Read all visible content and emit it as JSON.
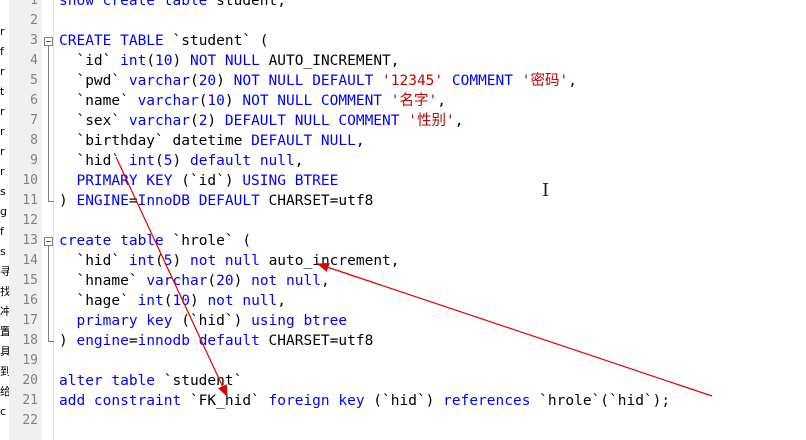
{
  "left_strip_chars": [
    "r",
    "f",
    "r",
    "t",
    "r",
    "r",
    "r",
    "r",
    "s",
    "g",
    "f",
    "s",
    "寻",
    "找",
    "冲",
    "置",
    "具",
    "到",
    "给",
    "c"
  ],
  "line_numbers": [
    "1",
    "2",
    "3",
    "4",
    "5",
    "6",
    "7",
    "8",
    "9",
    "10",
    "11",
    "12",
    "13",
    "14",
    "15",
    "16",
    "17",
    "18",
    "19",
    "20",
    "21",
    "22"
  ],
  "code_lines": [
    [
      {
        "c": "k",
        "t": "show create table "
      },
      {
        "c": "t",
        "t": "student;"
      }
    ],
    [],
    [
      {
        "c": "k",
        "t": "CREATE TABLE "
      },
      {
        "c": "t",
        "t": "`student` ("
      }
    ],
    [
      {
        "c": "t",
        "t": "  `id` "
      },
      {
        "c": "k",
        "t": "int"
      },
      {
        "c": "t",
        "t": "("
      },
      {
        "c": "k",
        "t": "10"
      },
      {
        "c": "t",
        "t": ") "
      },
      {
        "c": "k",
        "t": "NOT NULL "
      },
      {
        "c": "t",
        "t": "AUTO_INCREMENT,"
      }
    ],
    [
      {
        "c": "t",
        "t": "  `pwd` "
      },
      {
        "c": "k",
        "t": "varchar"
      },
      {
        "c": "t",
        "t": "("
      },
      {
        "c": "k",
        "t": "20"
      },
      {
        "c": "t",
        "t": ") "
      },
      {
        "c": "k",
        "t": "NOT NULL DEFAULT "
      },
      {
        "c": "s",
        "t": "'12345'"
      },
      {
        "c": "t",
        "t": " "
      },
      {
        "c": "k",
        "t": "COMMENT "
      },
      {
        "c": "s",
        "t": "'密码'"
      },
      {
        "c": "t",
        "t": ","
      }
    ],
    [
      {
        "c": "t",
        "t": "  `name` "
      },
      {
        "c": "k",
        "t": "varchar"
      },
      {
        "c": "t",
        "t": "("
      },
      {
        "c": "k",
        "t": "10"
      },
      {
        "c": "t",
        "t": ") "
      },
      {
        "c": "k",
        "t": "NOT NULL COMMENT "
      },
      {
        "c": "s",
        "t": "'名字'"
      },
      {
        "c": "t",
        "t": ","
      }
    ],
    [
      {
        "c": "t",
        "t": "  `sex` "
      },
      {
        "c": "k",
        "t": "varchar"
      },
      {
        "c": "t",
        "t": "("
      },
      {
        "c": "k",
        "t": "2"
      },
      {
        "c": "t",
        "t": ") "
      },
      {
        "c": "k",
        "t": "DEFAULT NULL COMMENT "
      },
      {
        "c": "s",
        "t": "'性别'"
      },
      {
        "c": "t",
        "t": ","
      }
    ],
    [
      {
        "c": "t",
        "t": "  `birthday` datetime "
      },
      {
        "c": "k",
        "t": "DEFAULT NULL"
      },
      {
        "c": "t",
        "t": ","
      }
    ],
    [
      {
        "c": "t",
        "t": "  `hid` "
      },
      {
        "c": "k",
        "t": "int"
      },
      {
        "c": "t",
        "t": "("
      },
      {
        "c": "k",
        "t": "5"
      },
      {
        "c": "t",
        "t": ") "
      },
      {
        "c": "k",
        "t": "default null"
      },
      {
        "c": "t",
        "t": ","
      }
    ],
    [
      {
        "c": "k",
        "t": "  PRIMARY KEY "
      },
      {
        "c": "t",
        "t": "(`id`) "
      },
      {
        "c": "k",
        "t": "USING BTREE"
      }
    ],
    [
      {
        "c": "t",
        "t": ") "
      },
      {
        "c": "k",
        "t": "ENGINE"
      },
      {
        "c": "t",
        "t": "="
      },
      {
        "c": "k",
        "t": "InnoDB DEFAULT "
      },
      {
        "c": "t",
        "t": "CHARSET=utf8"
      }
    ],
    [],
    [
      {
        "c": "k",
        "t": "create table "
      },
      {
        "c": "t",
        "t": "`hrole` ("
      }
    ],
    [
      {
        "c": "t",
        "t": "  `hid` "
      },
      {
        "c": "k",
        "t": "int"
      },
      {
        "c": "t",
        "t": "("
      },
      {
        "c": "k",
        "t": "5"
      },
      {
        "c": "t",
        "t": ") "
      },
      {
        "c": "k",
        "t": "not null "
      },
      {
        "c": "t",
        "t": "auto_increment,"
      }
    ],
    [
      {
        "c": "t",
        "t": "  `hname` "
      },
      {
        "c": "k",
        "t": "varchar"
      },
      {
        "c": "t",
        "t": "("
      },
      {
        "c": "k",
        "t": "20"
      },
      {
        "c": "t",
        "t": ") "
      },
      {
        "c": "k",
        "t": "not null"
      },
      {
        "c": "t",
        "t": ","
      }
    ],
    [
      {
        "c": "t",
        "t": "  `hage` "
      },
      {
        "c": "k",
        "t": "int"
      },
      {
        "c": "t",
        "t": "("
      },
      {
        "c": "k",
        "t": "10"
      },
      {
        "c": "t",
        "t": ") "
      },
      {
        "c": "k",
        "t": "not null"
      },
      {
        "c": "t",
        "t": ","
      }
    ],
    [
      {
        "c": "k",
        "t": "  primary key "
      },
      {
        "c": "t",
        "t": "(`hid`) "
      },
      {
        "c": "k",
        "t": "using btree"
      }
    ],
    [
      {
        "c": "t",
        "t": ") "
      },
      {
        "c": "k",
        "t": "engine"
      },
      {
        "c": "t",
        "t": "="
      },
      {
        "c": "k",
        "t": "innodb default "
      },
      {
        "c": "t",
        "t": "CHARSET=utf8"
      }
    ],
    [],
    [
      {
        "c": "k",
        "t": "alter table "
      },
      {
        "c": "t",
        "t": "`student`"
      }
    ],
    [
      {
        "c": "k",
        "t": "add constraint "
      },
      {
        "c": "t",
        "t": "`FK_hid` "
      },
      {
        "c": "k",
        "t": "foreign key "
      },
      {
        "c": "t",
        "t": "(`hid`) "
      },
      {
        "c": "k",
        "t": "references "
      },
      {
        "c": "t",
        "t": "`hrole`(`hid`);"
      }
    ],
    []
  ],
  "colors": {
    "keyword": "#0000ff",
    "text": "#000000",
    "string": "#c00000",
    "arrow": "#e00000"
  },
  "icons": {
    "fold_marker": "minus-box-icon",
    "cursor": "i-beam-cursor-icon"
  }
}
